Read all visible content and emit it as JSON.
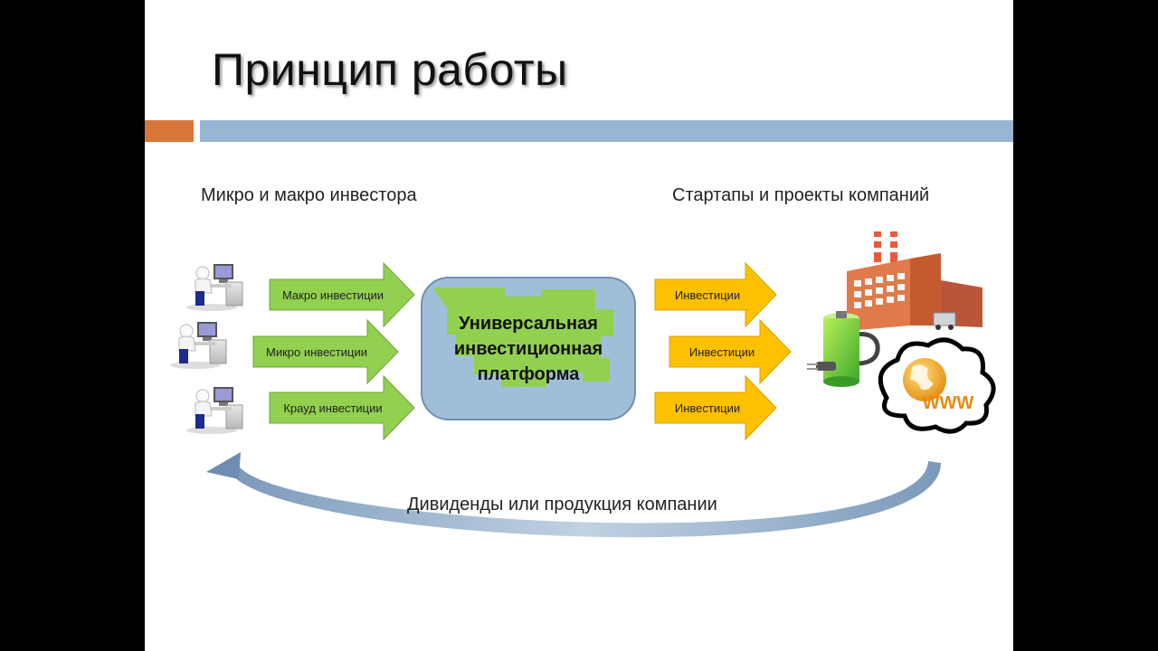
{
  "title": "Принцип работы",
  "left_heading": "Микро и макро инвестора",
  "right_heading": "Стартапы и проекты компаний",
  "investor_arrows": [
    "Макро инвестиции",
    "Микро инвестиции",
    "Крауд инвестиции"
  ],
  "platform": {
    "line1": "Универсальная",
    "line2": "инвестиционная",
    "line3": "платформа"
  },
  "project_arrows": [
    "Инвестиции",
    "Инвестиции",
    "Инвестиции"
  ],
  "return_label": "Дивиденды или продукция компании",
  "colors": {
    "accent_orange": "#d9773a",
    "accent_blue": "#97b6d4",
    "green_arrow": "#92d050",
    "gold_arrow": "#ffc000",
    "platform_blue": "#9fbfd9"
  },
  "icons": [
    "investor-at-computer-icon",
    "factory-icon",
    "battery-plug-icon",
    "globe-www-cloud-icon"
  ]
}
